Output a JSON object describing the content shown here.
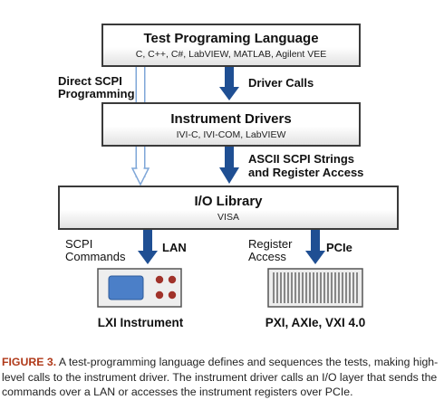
{
  "layers": {
    "language": {
      "title": "Test Programing Language",
      "subtitle": "C, C++, C#, LabVIEW, MATLAB, Agilent VEE"
    },
    "drivers": {
      "title": "Instrument Drivers",
      "subtitle": "IVI-C, IVI-COM, LabVIEW"
    },
    "io": {
      "title": "I/O Library",
      "subtitle": "VISA"
    }
  },
  "labels": {
    "direct_scpi_1": "Direct SCPI",
    "direct_scpi_2": "Programming",
    "driver_calls": "Driver Calls",
    "ascii_1": "ASCII SCPI Strings",
    "ascii_2": "and Register Access",
    "scpi_1": "SCPI",
    "scpi_2": "Commands",
    "lan": "LAN",
    "register_1": "Register",
    "register_2": "Access",
    "pcie": "PCIe"
  },
  "devices": {
    "lxi": "LXI Instrument",
    "pxi": "PXI, AXIe, VXI 4.0"
  },
  "caption": {
    "figure_label": "FIGURE 3.",
    "text": "A test-programming language defines and sequences the tests, making high-level calls to the instrument driver. The instrument driver calls an I/O layer that sends the commands over a LAN or accesses the instrument registers over PCIe."
  },
  "colors": {
    "arrow_blue": "#1f4f93",
    "hollow_arrow": "#7fa7d8",
    "screen_blue": "#4b7fc8",
    "knob_red": "#a0322a",
    "caption_accent": "#b03a1a"
  },
  "icons": {
    "lxi_device": "lxi-instrument-icon",
    "pxi_chassis": "pxi-chassis-icon"
  }
}
